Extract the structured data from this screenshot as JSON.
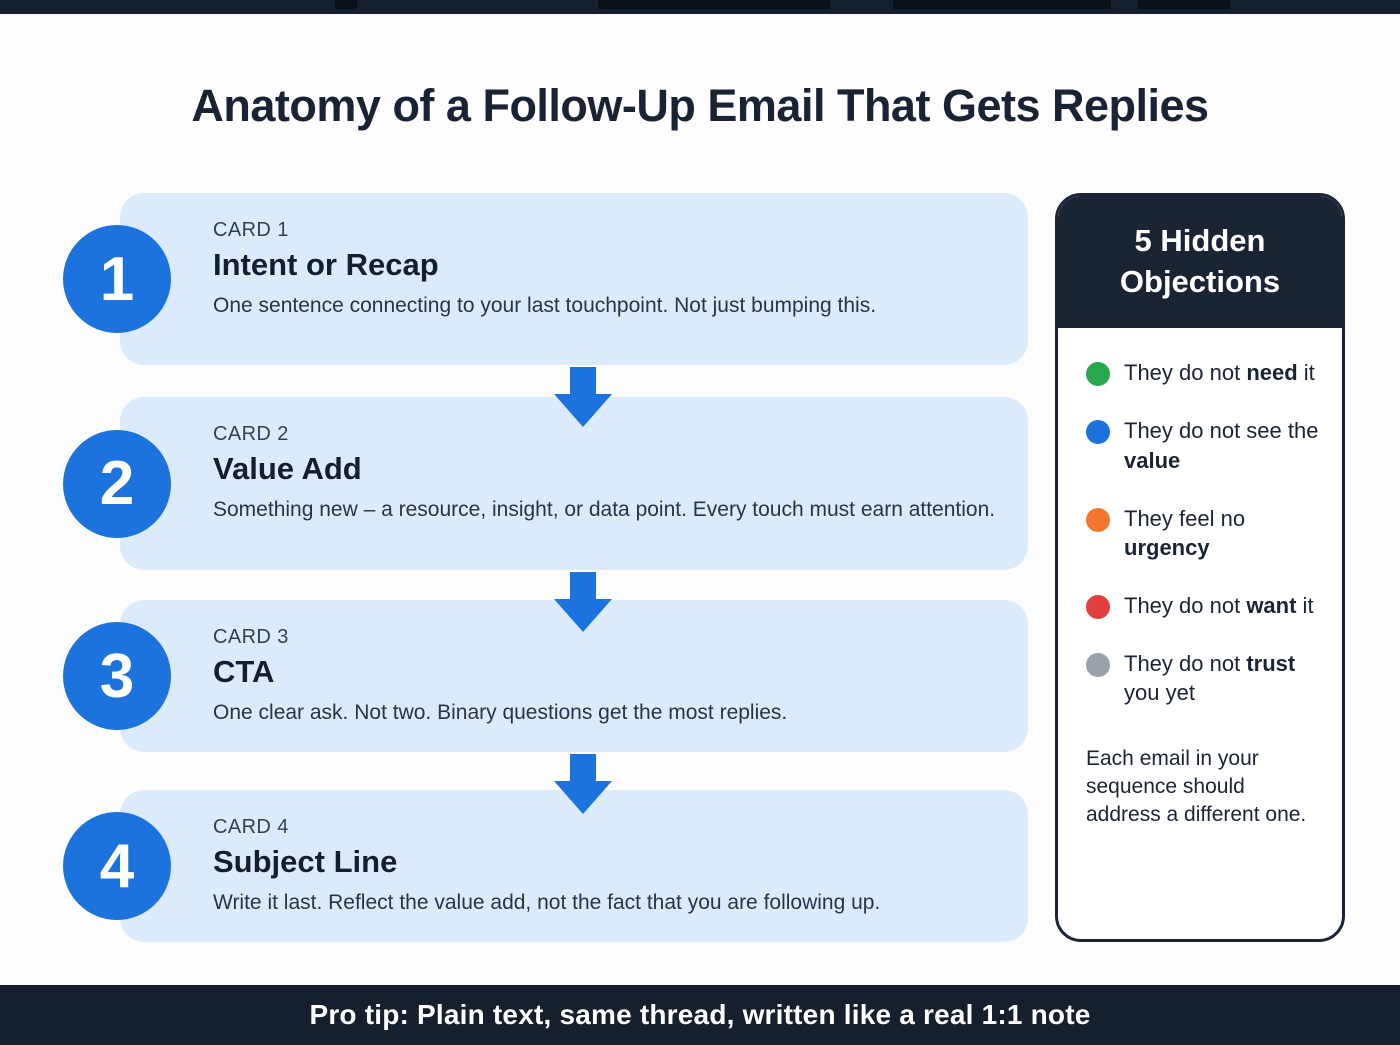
{
  "page": {
    "title": "Anatomy of a Follow-Up Email That Gets Replies",
    "footer": "Pro tip: Plain text, same thread, written like a real 1:1 note"
  },
  "colors": {
    "navy": "#1b2435",
    "accent_blue": "#1c73de",
    "card_background": "#dcebfc"
  },
  "cards": [
    {
      "number": "1",
      "label": "CARD 1",
      "title": "Intent or Recap",
      "body": "One sentence connecting to your last touchpoint. Not just bumping this."
    },
    {
      "number": "2",
      "label": "CARD 2",
      "title": "Value Add",
      "body": "Something new – a resource, insight, or data point. Every touch must earn attention."
    },
    {
      "number": "3",
      "label": "CARD 3",
      "title": "CTA",
      "body": "One clear ask. Not two. Binary questions get the most replies."
    },
    {
      "number": "4",
      "label": "CARD 4",
      "title": "Subject Line",
      "body": "Write it last. Reflect the value add, not the fact that you are following up."
    }
  ],
  "sidebar": {
    "title": "5 Hidden Objections",
    "objections": [
      {
        "pre": "They do not ",
        "bold": "need",
        "post": " it",
        "color": "#27a84e"
      },
      {
        "pre": "They do not see the ",
        "bold": "value",
        "post": "",
        "color": "#1c73de"
      },
      {
        "pre": "They feel no ",
        "bold": "urgency",
        "post": "",
        "color": "#f3772e"
      },
      {
        "pre": "They do not ",
        "bold": "want",
        "post": " it",
        "color": "#e04040"
      },
      {
        "pre": "They do not ",
        "bold": "trust",
        "post": " you yet",
        "color": "#98a1ac"
      }
    ],
    "note": "Each email in your sequence should address a different one."
  }
}
